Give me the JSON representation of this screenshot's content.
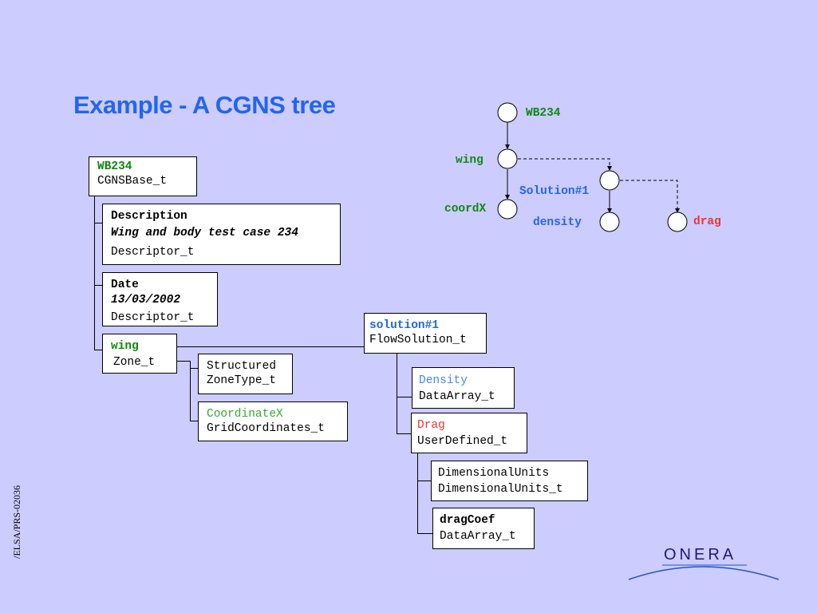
{
  "title": "Example - A CGNS tree",
  "side_text": "/ELSA/PRS-02036",
  "logo_text": "ONERA",
  "tree": {
    "base": {
      "name": "WB234",
      "type": "CGNSBase_t"
    },
    "description": {
      "name": "Description",
      "value": "Wing and body test case 234",
      "type": "Descriptor_t"
    },
    "date": {
      "name": "Date",
      "value": "13/03/2002",
      "type": "Descriptor_t"
    },
    "zone": {
      "name": "wing",
      "type": "Zone_t"
    },
    "zonetype": {
      "name": "Structured",
      "type": "ZoneType_t"
    },
    "coords": {
      "name": "CoordinateX",
      "type": "GridCoordinates_t"
    },
    "solution": {
      "name": "solution#1",
      "type": "FlowSolution_t"
    },
    "density": {
      "name": "Density",
      "type": "DataArray_t"
    },
    "drag": {
      "name": "Drag",
      "type": "UserDefined_t"
    },
    "dimunits": {
      "name": "DimensionalUnits",
      "type": "DimensionalUnits_t"
    },
    "dragcoef": {
      "name": "dragCoef",
      "type": "DataArray_t"
    }
  },
  "graph": {
    "root": "WB234",
    "wing": "wing",
    "coordx": "coordX",
    "solution": "Solution#1",
    "density": "density",
    "drag": "drag"
  },
  "colors": {
    "background": "#ccccff",
    "title": "#2266ee",
    "green": "#118811",
    "blue": "#2266ee",
    "red": "#ee3333"
  }
}
